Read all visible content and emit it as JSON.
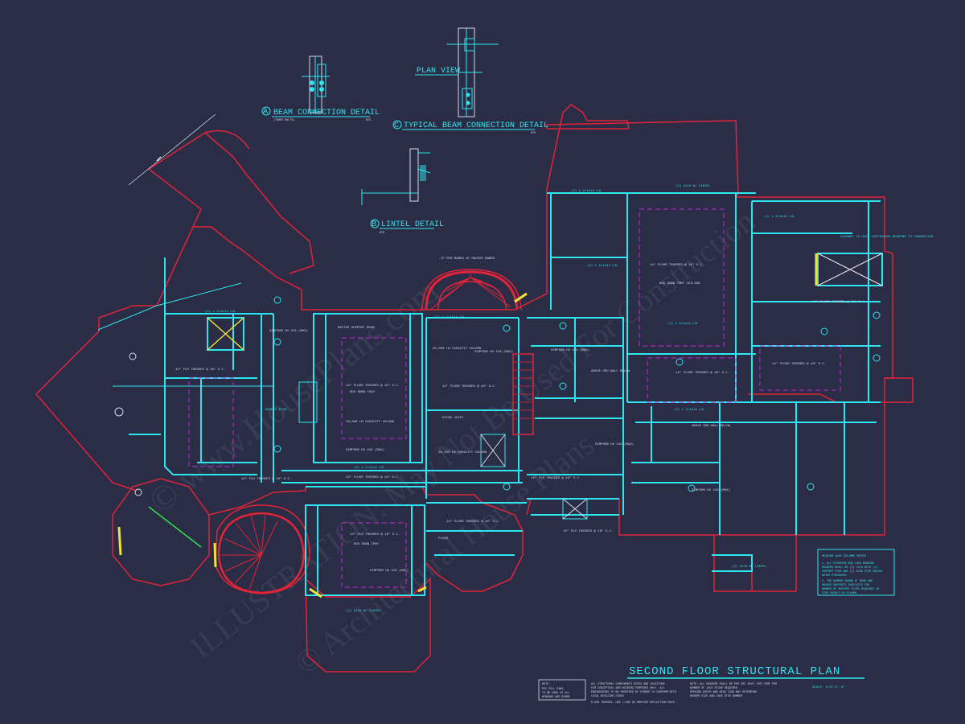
{
  "plan": {
    "title": "SECOND FLOOR STRUCTURAL PLAN",
    "scale": "SCALE: 1/4\"=1'-0\""
  },
  "details": {
    "beam_connection": "BEAM CONNECTION DETAIL",
    "beam_connection_sub": "(THREE BOLTS)",
    "beam_connection_marker": "A",
    "typical_beam": "TYPICAL BEAM CONNECTION DETAIL",
    "typical_beam_marker": "C",
    "plan_view": "PLAN VIEW",
    "lintel": "LINTEL DETAIL",
    "lintel_marker": "B",
    "nts": "NTS"
  },
  "header_notes": {
    "title": "HEADER AND COLUMN NOTES",
    "lines": [
      "1. ALL EXTERIOR AND LOAD BEARING",
      "HEADERS SHALL BE (3) 2x10 WITH (1)",
      "SUPPORT STUD AND (1) KING STUD UNLESS",
      "NOTED OTHERWISE.",
      "2. THE NUMBER SHOWN AT BEAM AND",
      "HEADER SUPPORTS INDICATES THE",
      "NUMBER OF SUPPORT STUDS REQUIRED IN",
      "STUD POCKET OR COLUMN."
    ]
  },
  "bottom_notes": {
    "note_label": "NOTE:",
    "note_box": [
      "PVC SILL PANS",
      "TO BE USED AT ALL",
      "WINDOWS AND DOORS"
    ],
    "col1": [
      "ALL STRUCTURAL COMPONENTS SIZES AND LOCATIONS",
      "FOR CONCEPTUAL AND BIDDING PURPOSES ONLY. ALL",
      "ENGINEERING TO BE PROVIDED BY OTHERS TO CONFORM WITH",
      "LOCAL BUILDING CODES"
    ],
    "col2": [
      "NOTE: ALL HEADERS SHALL BE PER IRC 2015. SEE CODE FOR",
      "NUMBER OF JACK STUDS REQUIRED",
      "OPENING WIDTH AND HEAD LOAD MAY DETERMINE",
      "HEADER SIZE AND JACK STUD NUMBER"
    ],
    "col3": "FLOOR TRUSSES, USE L/480 OR GREATER DEFLECTION RATE."
  },
  "callouts": {
    "lp_rim": "LP RIM BANDS AT RADIUS BANDS",
    "box_down_tray": "BOX DOWN TREY CEILING",
    "chimney": "CHIMNEY TO HAVE CONTINUOUS BEARING TO FOUNDATION",
    "floor_trusses": "14\" FLOOR TRUSSES @ 16\" O.C.",
    "flr_trusses": "14\" FLR TRUSSES @ 16\" O.C.",
    "lvl": "(2) 1 3/4x14 LVL",
    "lvl3": "(3) 1 3/4x14 LVL",
    "simpson": "SIMPSON HU 416 (MAX)",
    "box_tray": "BOX DOWN TRAY",
    "column": "10,000 LB CAPACITY COLUMN",
    "column2": "20,000 LB CAPACITY COLUMN",
    "extra_joist": "EXTRA JOIST",
    "rafter": "RAFTER SUPPORT BEAM",
    "header_2x10": "(2) 2x10 W/ LINTEL",
    "above_wall": "ABOVE GRD WALL BELOW",
    "flush": "FLUSH",
    "dbl_stud": "DOUBLE STUD"
  },
  "watermark": {
    "line1": "© www.HousePlans.com",
    "line2": "ILLUSTRATION: May Not Be Used For Construction",
    "line3": "© Architectural House Plans"
  }
}
